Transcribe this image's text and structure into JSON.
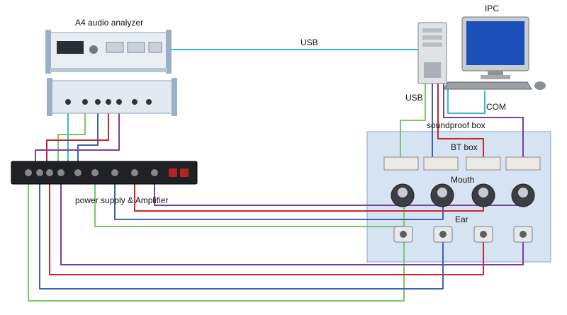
{
  "labels": {
    "analyzer": "A4 audio analyzer",
    "ipc": "IPC",
    "usb_top": "USB",
    "usb_side": "USB",
    "com": "COM",
    "soundproof_box": "soundproof box",
    "bt_box": "BT box",
    "mouth": "Mouth",
    "ear": "Ear",
    "amplifier": "power supply & Amplifier"
  },
  "colors": {
    "cyan": "#3ab6d8",
    "green": "#7ac86a",
    "blue": "#3f62ad",
    "red": "#c4282c",
    "purple": "#7a3fa0",
    "box_fill": "#d6e3f2",
    "box_stroke": "#8aa4c4"
  }
}
